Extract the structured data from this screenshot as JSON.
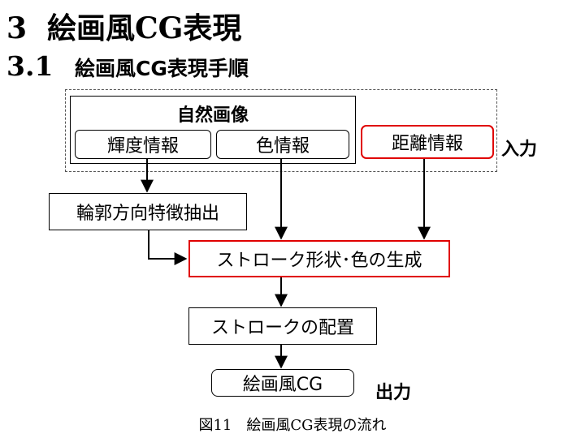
{
  "heading1": {
    "number": "3",
    "title": "絵画風CG表現"
  },
  "heading2": {
    "number": "3.1",
    "title": "絵画風CG表現手順"
  },
  "diagram": {
    "natural_image": "自然画像",
    "luminance_info": "輝度情報",
    "color_info": "色情報",
    "distance_info": "距離情報",
    "input_label": "入力",
    "edge_direction": "輪郭方向特徴抽出",
    "stroke_shape_color": "ストローク形状･色の生成",
    "stroke_placement": "ストロークの配置",
    "painterly_cg": "絵画風CG",
    "output_label": "出力"
  },
  "caption": "図11　絵画風CG表現の流れ",
  "colors": {
    "highlight": "#e00000",
    "dashed_border": "#555555"
  }
}
